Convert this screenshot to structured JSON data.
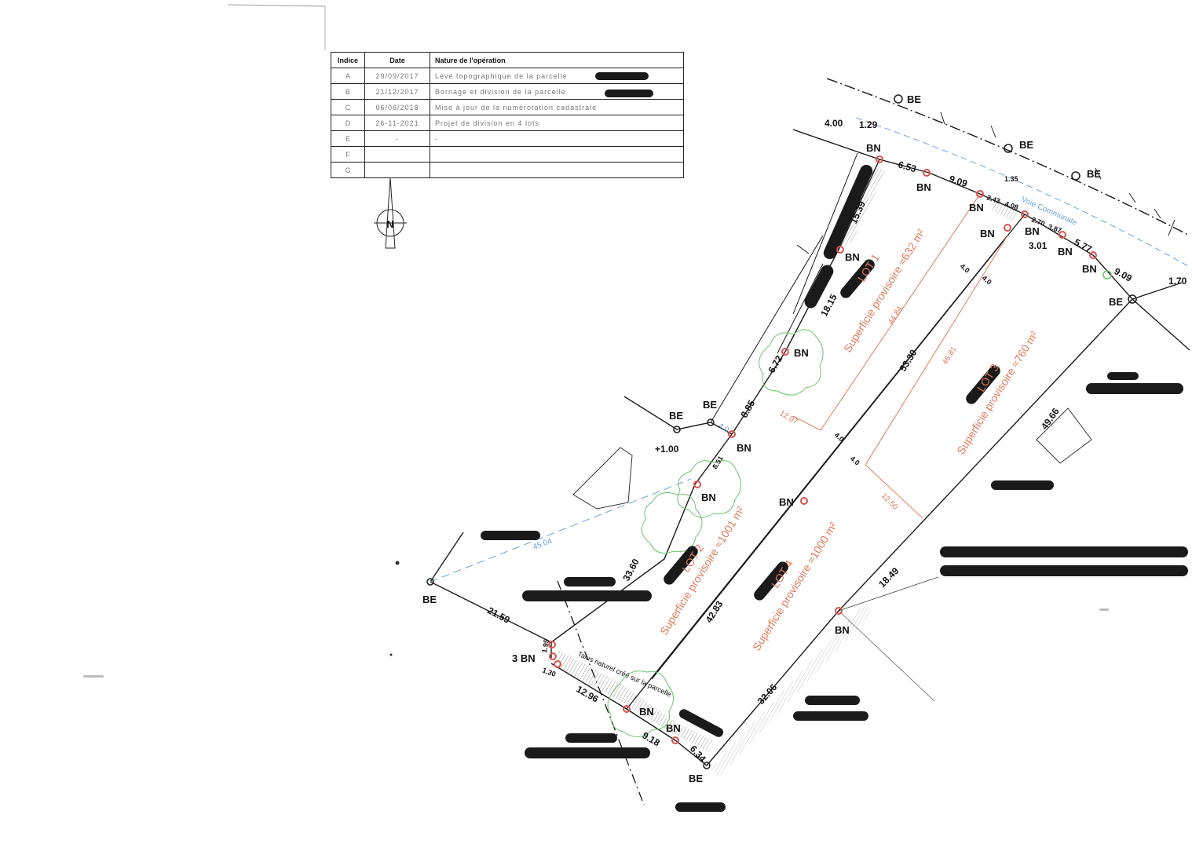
{
  "table": {
    "headers": [
      "Indice",
      "Date",
      "Nature de l'opération"
    ],
    "rows": [
      {
        "indice": "A",
        "date": "29/09/2017",
        "op": "Levé topographique de la parcelle"
      },
      {
        "indice": "B",
        "date": "21/12/2017",
        "op": "Bornage et division de la parcelle"
      },
      {
        "indice": "C",
        "date": "06/06/2018",
        "op": "Mise à jour de la numérotation cadastrale"
      },
      {
        "indice": "D",
        "date": "26-11-2021",
        "op": "Projet de division en 4 lots"
      },
      {
        "indice": "E",
        "date": "-",
        "op": "-"
      },
      {
        "indice": "F",
        "date": "",
        "op": ""
      },
      {
        "indice": "G",
        "date": "",
        "op": ""
      }
    ]
  },
  "north_label": "N",
  "road_label": "Voie Communale",
  "talus_label": "Talus naturel créé sur la parcelle",
  "lots": [
    {
      "name": "LOT 1",
      "area": "Superficie provisoire ≈632 m²"
    },
    {
      "name": "LOT 2",
      "area": "Superficie provisoire ≈1001 m²"
    },
    {
      "name": "LOT 3",
      "area": "Superficie provisoire ≈760 m²"
    },
    {
      "name": "LOT 4",
      "area": "Superficie provisoire ≈1000 m²"
    }
  ],
  "marker_labels": {
    "bn": "BN",
    "be": "BE",
    "three_bn": "3 BN"
  },
  "dimensions": {
    "d_4_00": "4.00",
    "d_1_29": "1.29",
    "d_6_53": "6.53",
    "d_9_09a": "9.09",
    "d_1_35": "1.35",
    "d_2_43": "2.43",
    "d_4_08": "4.08",
    "d_2_70": "2.70",
    "d_3_87": "3.87",
    "d_5_77": "5.77",
    "d_3_01": "3.01",
    "d_9_09b": "9.09",
    "d_1_70": "1.70",
    "d_15_39": "15.39",
    "d_18_15": "18.15",
    "d_6_72": "6.72",
    "d_8_85": "8.85",
    "d_8_51": "8.51",
    "d_plus_1_00": "+1.00",
    "d_33_60": "33.60",
    "d_21_59": "21.59",
    "d_1_95": "1.95",
    "d_1_30": "1.30",
    "d_12_96": "12.96",
    "d_9_18": "9.18",
    "d_6_34": "6.34",
    "d_32_06": "32.06",
    "d_42_83": "42.83",
    "d_53_30": "53.30",
    "d_49_66": "49.66",
    "d_18_49": "18.49",
    "d_45_04": "45.04",
    "d_4_0_blue": "4.0",
    "d_4_0_a": "4.0",
    "d_4_0_b": "4.0",
    "d_4_0_c": "4.0",
    "d_4_0_d": "4.0"
  },
  "lot_dimensions": {
    "l_44_84": "44.84",
    "l_46_81": "46.81",
    "l_12_07": "12.07",
    "l_12_50": "12.50"
  },
  "colors": {
    "line": "#1a1a1a",
    "lot_text": "#e07b5a",
    "marker_red": "#d9534f",
    "tree_green": "#6fc46f",
    "road_blue": "#6aa3d8",
    "redaction": "#1a1a1a"
  }
}
